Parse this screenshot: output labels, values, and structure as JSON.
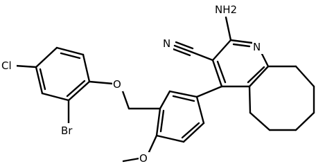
{
  "structure": {
    "atoms": {
      "nh2": "NH2",
      "n_cyano": "N",
      "n_ring": "N",
      "o_ether": "O",
      "o_methoxy": "O",
      "cl": "Cl",
      "br": "Br"
    },
    "text_color": "#000000"
  }
}
